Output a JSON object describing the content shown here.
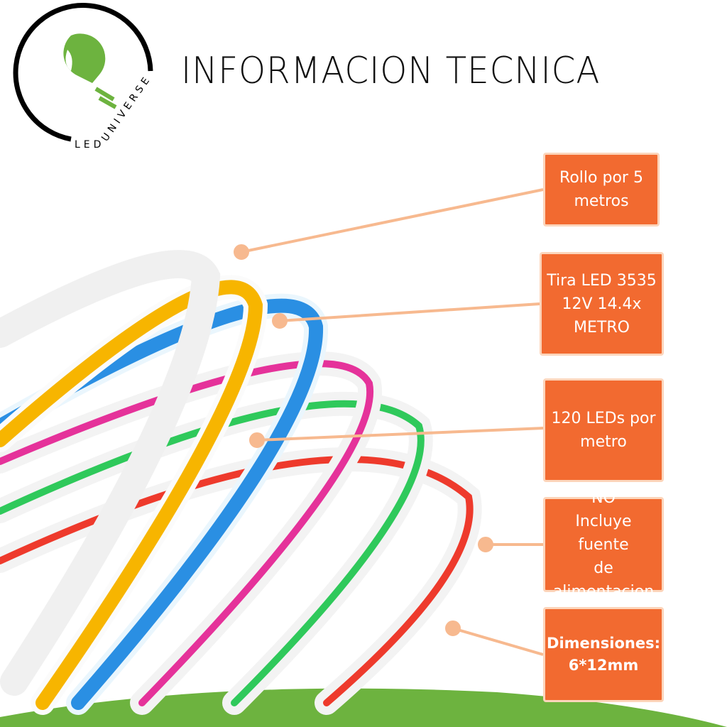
{
  "logo": {
    "brand": "LED UNIVERSE"
  },
  "title": "INFORMACION TECNICA",
  "specs": [
    {
      "label": "Rollo por 5\nmetros"
    },
    {
      "label": "Tira LED 3535\n12V 14.4x\nMETRO"
    },
    {
      "label": "120 LEDs por\nmetro"
    },
    {
      "label": "NO\nIncluye fuente\nde alimentacion"
    },
    {
      "label": "Dimensiones:\n6*12mm"
    }
  ],
  "colors": {
    "accent": "#f26a30",
    "connector": "#f7b98f",
    "green": "#6db33f"
  }
}
